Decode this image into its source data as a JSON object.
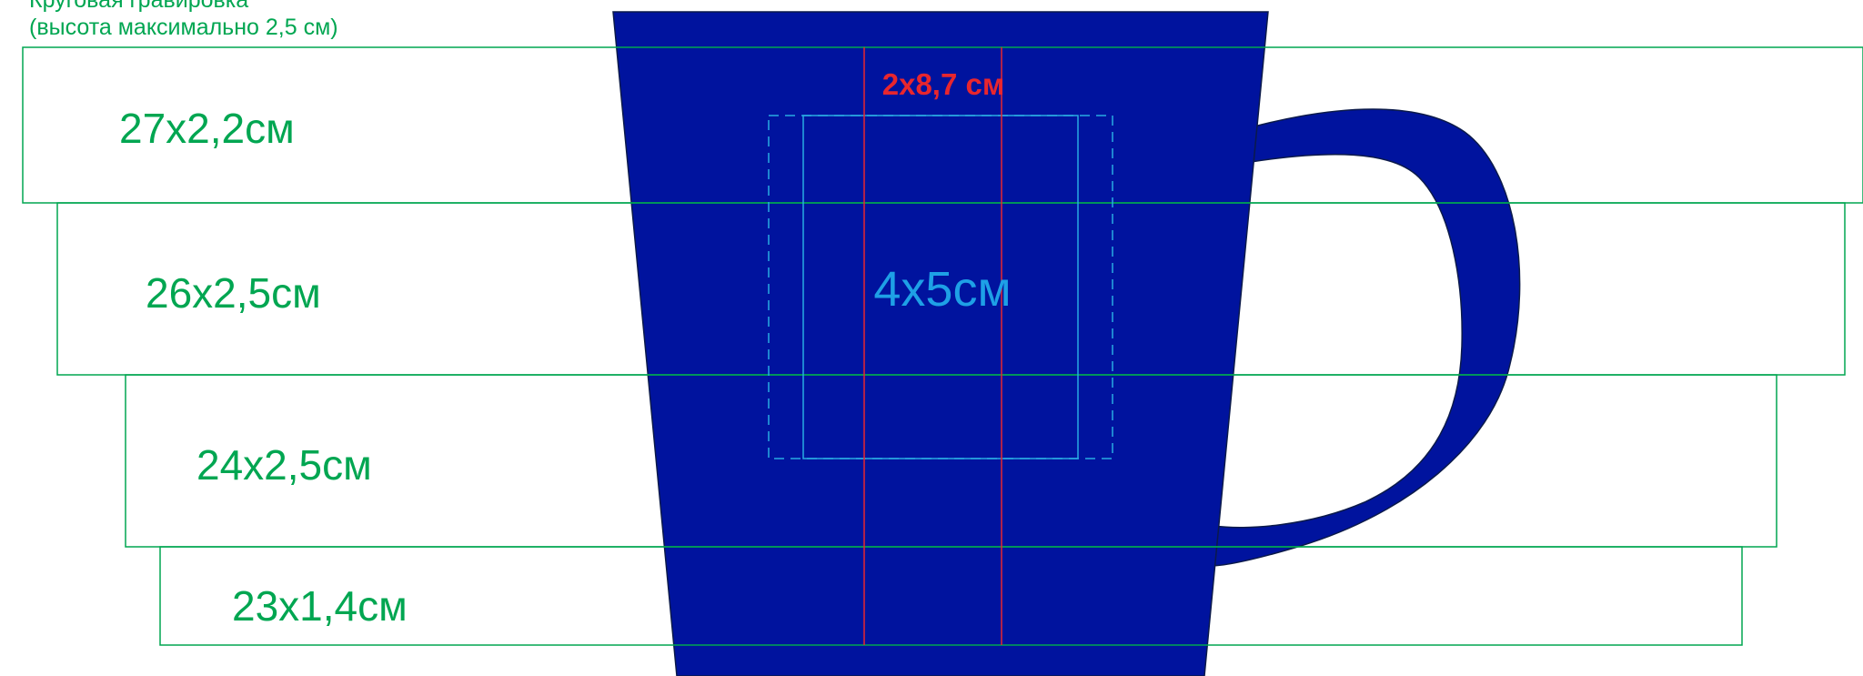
{
  "header": {
    "title_line1": "Круговая гравировка",
    "title_line2": "(высота максимально 2,5 см)"
  },
  "engraving_bands": [
    {
      "label": "27x2,2см"
    },
    {
      "label": "26x2,5см"
    },
    {
      "label": "24x2,5см"
    },
    {
      "label": "23x1,4см"
    }
  ],
  "square_area": {
    "label": "4x5см"
  },
  "vertical_strip": {
    "label": "2x8,7 см"
  },
  "colors": {
    "mug_body": "#00139e",
    "band_outline": "#00a651",
    "band_text": "#00a651",
    "square_outline": "#29abe2",
    "square_text": "#1ea0e6",
    "strip_line": "#e8262e",
    "strip_text": "#e8262e",
    "background": "#ffffff"
  }
}
